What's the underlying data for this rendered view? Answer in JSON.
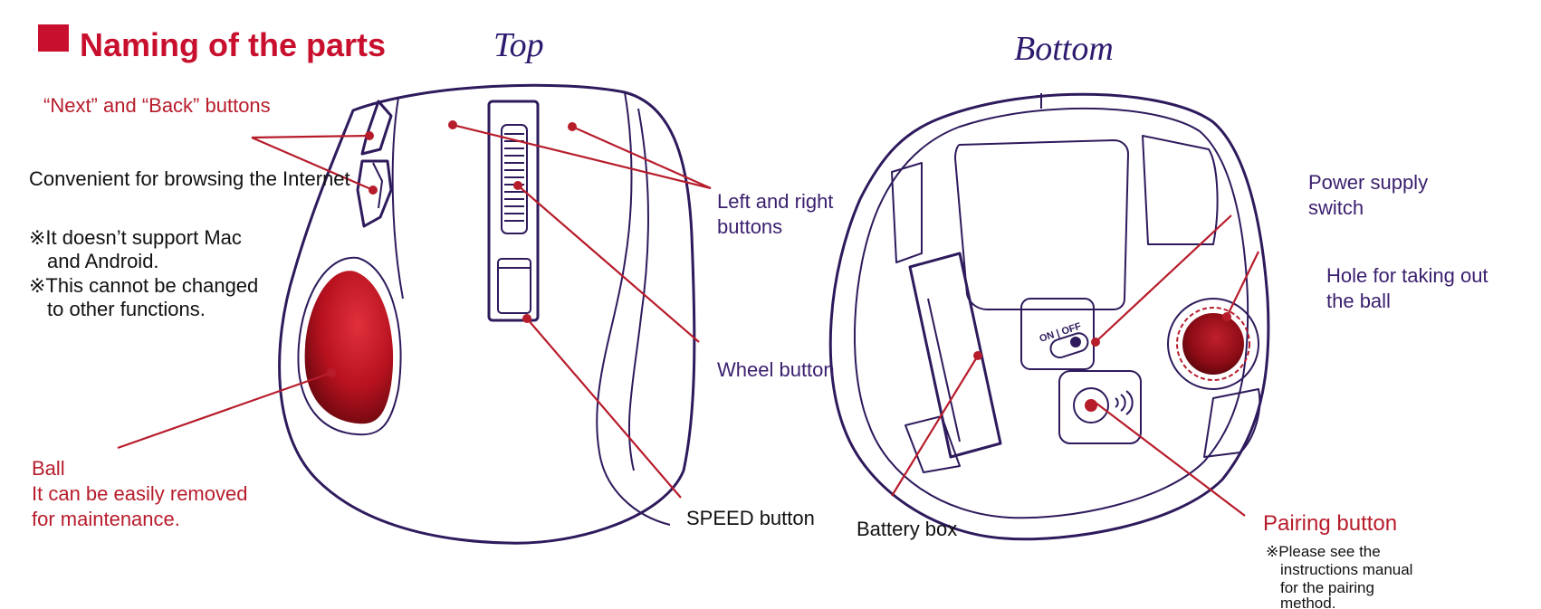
{
  "title": "Naming of the parts",
  "views": {
    "top": "Top",
    "bottom": "Bottom"
  },
  "labels": {
    "next_back": "“Next” and “Back” buttons",
    "convenient": "Convenient for browsing the Internet",
    "note_mac_1": "※It doesn’t support Mac",
    "note_mac_2": "and Android.",
    "note_change_1": "※This cannot be changed",
    "note_change_2": "to other functions.",
    "ball": "Ball",
    "ball_desc_1": "It can be easily removed",
    "ball_desc_2": "for maintenance.",
    "left_right_1": "Left and right",
    "left_right_2": "buttons",
    "wheel": "Wheel button",
    "speed": "SPEED button",
    "battery": "Battery box",
    "power_1": "Power supply",
    "power_2": "switch",
    "hole_1": "Hole for taking out",
    "hole_2": "the ball",
    "pairing": "Pairing button",
    "pairing_note_1": "※Please see the",
    "pairing_note_2": "instructions manual",
    "pairing_note_3": "for the pairing",
    "pairing_note_4": "method.",
    "switch_text": "ON | OFF"
  },
  "colors": {
    "accent_red": "#b71c2b",
    "label_purple": "#3a1f6e",
    "outline": "#2e1a5c"
  }
}
